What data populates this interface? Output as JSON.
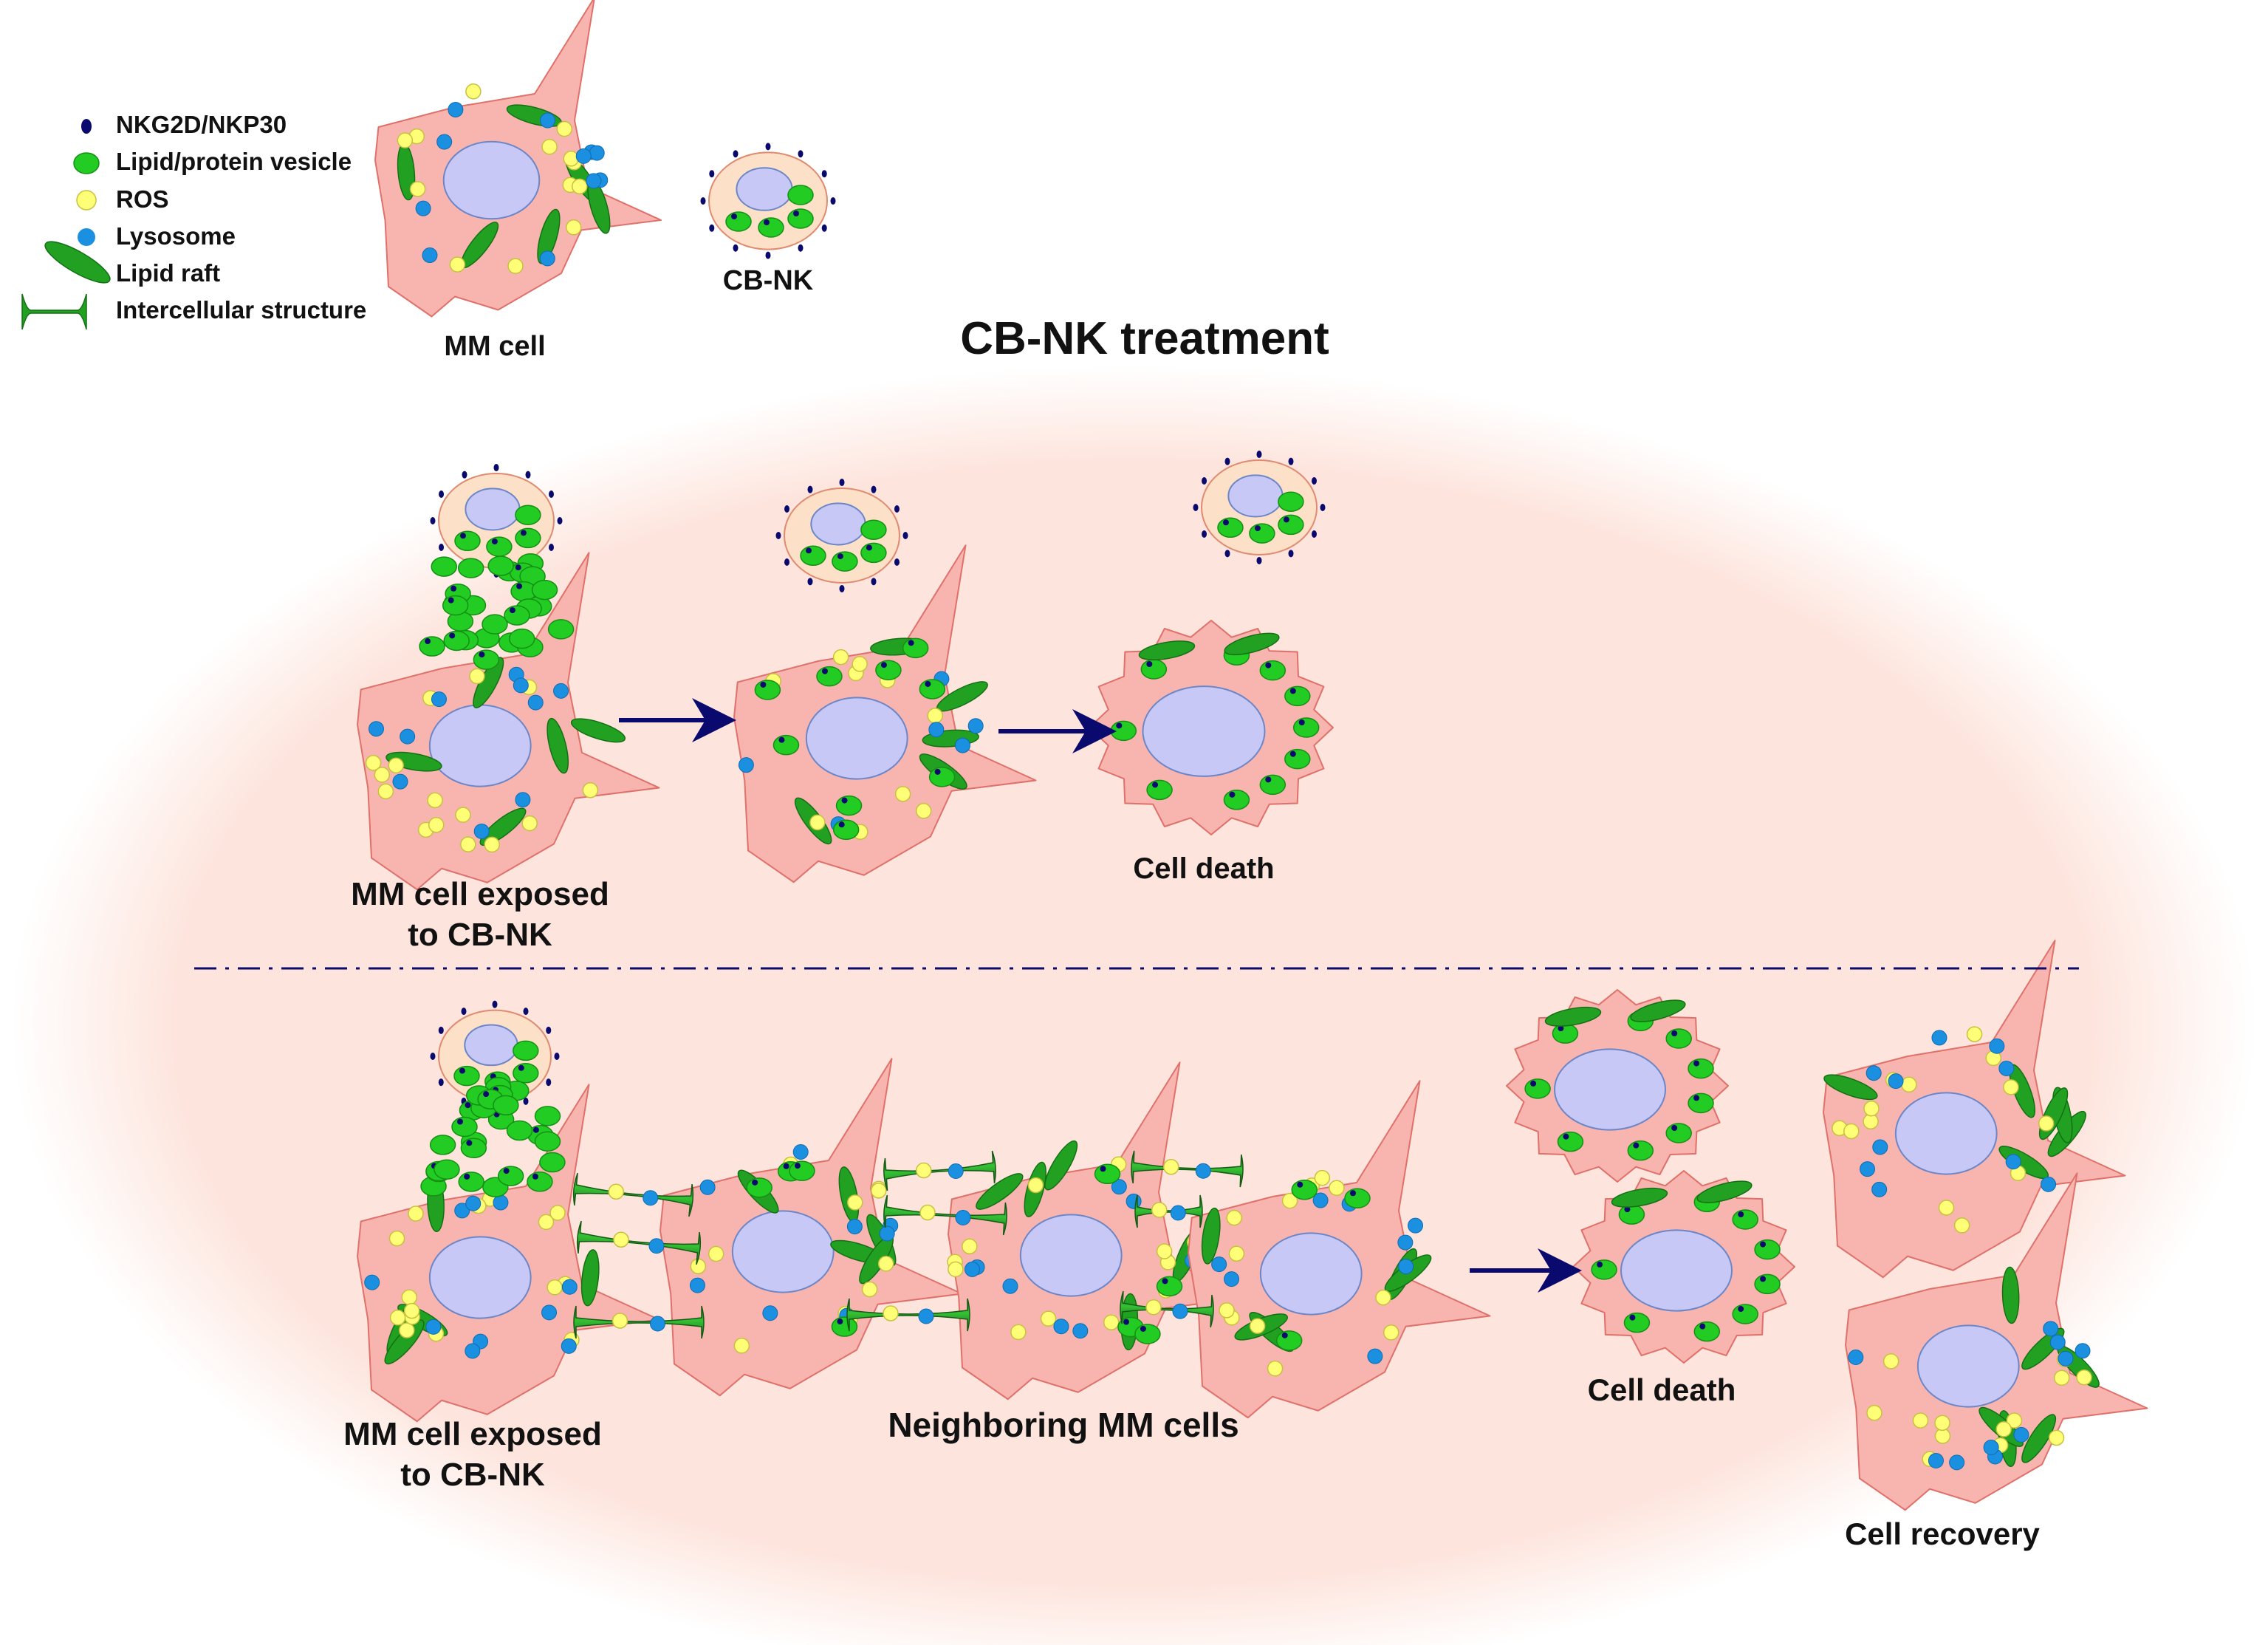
{
  "legend": {
    "items": [
      {
        "label": "NKG2D/NKP30",
        "icon": "receptor-dot-icon"
      },
      {
        "label": "Lipid/protein vesicle",
        "icon": "vesicle-icon"
      },
      {
        "label": "ROS",
        "icon": "ros-icon"
      },
      {
        "label": "Lysosome",
        "icon": "lysosome-icon"
      },
      {
        "label": "Lipid raft",
        "icon": "lipid-raft-icon"
      },
      {
        "label": "Intercellular structure",
        "icon": "intercellular-structure-icon"
      }
    ]
  },
  "labels": {
    "mm_cell": "MM cell",
    "cb_nk": "CB-NK",
    "title": "CB-NK treatment",
    "top_exposed_line1": "MM cell exposed",
    "top_exposed_line2": "to CB-NK",
    "top_cell_death": "Cell death",
    "bottom_exposed_line1": "MM cell exposed",
    "bottom_exposed_line2": "to CB-NK",
    "neighboring": "Neighboring MM cells",
    "bottom_cell_death": "Cell death",
    "cell_recovery": "Cell recovery"
  },
  "colors": {
    "background_ellipse": "#fde4dc",
    "mm_cell_fill": "#f8b5b0",
    "mm_cell_stroke": "#e0706a",
    "nucleus_fill": "#c7c8f5",
    "nucleus_stroke": "#6c86c8",
    "nk_cell_fill": "#fde0c8",
    "receptor": "#0a0a6e",
    "vesicle": "#22cc22",
    "ros": "#ffff77",
    "lysosome": "#1b8fe0",
    "lipid_raft": "#22a022",
    "arrow": "#0a0a6e",
    "divider": "#0a0a6e"
  }
}
